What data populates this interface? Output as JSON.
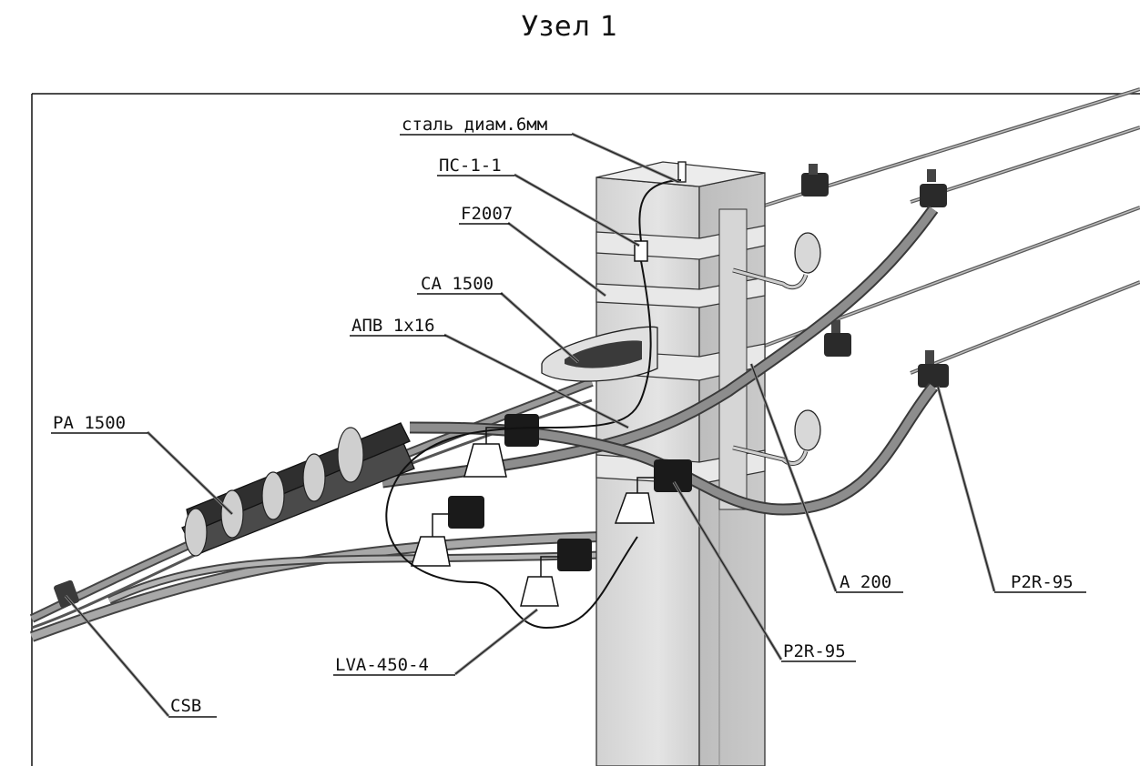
{
  "title": "Узел 1",
  "labels": {
    "steel": "сталь диам.6мм",
    "ps": "ПС-1-1",
    "f2007": "F2007",
    "ca1500": "CA 1500",
    "apv": "АПВ 1х16",
    "pa1500": "PA 1500",
    "csb": "CSB",
    "lva": "LVA-450-4",
    "p2r_center": "P2R-95",
    "a200": "A 200",
    "p2r_right": "P2R-95"
  },
  "colors": {
    "line": "#111111",
    "pole_face": "#dcdcdc",
    "pole_side": "#c6c6c6",
    "cable": "#7c7c7c",
    "device_dark": "#1a1a1a"
  }
}
